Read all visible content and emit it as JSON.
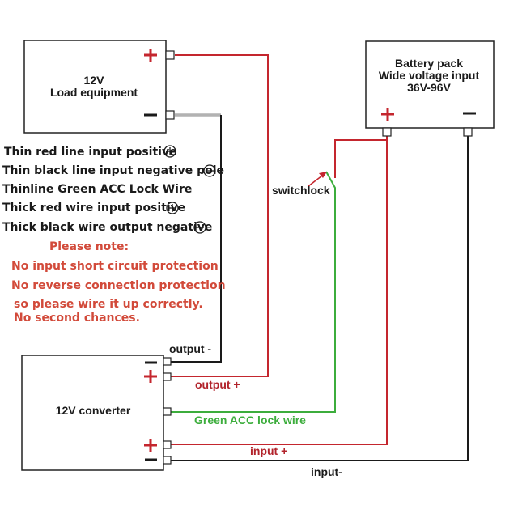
{
  "colors": {
    "red_wire": "#c4262e",
    "black_wire": "#1a1a1a",
    "green_wire": "#3cad3c",
    "note_text": "#d24a3a"
  },
  "load_box": {
    "line1": "12V",
    "line2": "Load equipment",
    "plus_sign": "+",
    "minus_sign": "−"
  },
  "battery_box": {
    "line1": "Battery pack",
    "line2": "Wide voltage input",
    "line3": "36V-96V",
    "plus_sign": "+",
    "minus_sign": "−"
  },
  "converter_box": {
    "label": "12V converter"
  },
  "legend": [
    {
      "text": "Thin red line input positive",
      "icon": "plus-circle-icon"
    },
    {
      "text": "Thin black line input negative pole",
      "icon": "minus-circle-icon"
    },
    {
      "text": "Thinline Green ACC Lock Wire",
      "icon": ""
    },
    {
      "text": "Thick red wire input positive",
      "icon": "plus-circle-icon"
    },
    {
      "text": "Thick black wire output negative",
      "icon": "minus-circle-icon"
    }
  ],
  "note": {
    "title": "Please note:",
    "lines": [
      "No input short circuit protection",
      "No reverse connection protection",
      "so please wire it up correctly.",
      "No second chances."
    ]
  },
  "wire_labels": {
    "switchlock": "switchlock",
    "output_minus": "output -",
    "output_plus": "output +",
    "green_acc": "Green ACC lock wire",
    "input_plus": "input +",
    "input_minus": "input-"
  }
}
